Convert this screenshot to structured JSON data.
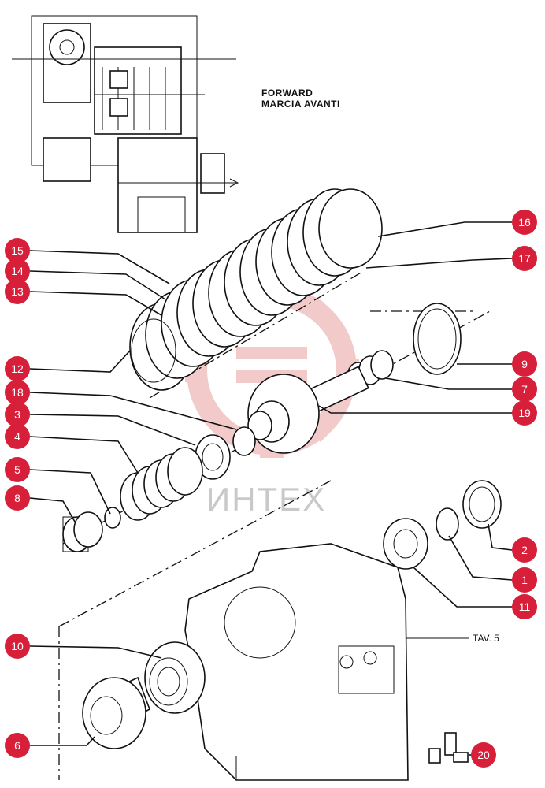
{
  "header": {
    "line1": "FORWARD",
    "line2": "MARCIA AVANTI"
  },
  "plate_label": "TAV. 5",
  "watermark": {
    "text": "ИНТЕХ"
  },
  "callouts": [
    {
      "num": "16"
    },
    {
      "num": "17"
    },
    {
      "num": "15"
    },
    {
      "num": "14"
    },
    {
      "num": "13"
    },
    {
      "num": "12"
    },
    {
      "num": "18"
    },
    {
      "num": "3"
    },
    {
      "num": "4"
    },
    {
      "num": "5"
    },
    {
      "num": "8"
    },
    {
      "num": "9"
    },
    {
      "num": "7"
    },
    {
      "num": "19"
    },
    {
      "num": "2"
    },
    {
      "num": "1"
    },
    {
      "num": "11"
    },
    {
      "num": "10"
    },
    {
      "num": "6"
    },
    {
      "num": "20"
    }
  ],
  "colors": {
    "callout": "#d71f3a",
    "watermark": "#e8a0a0",
    "line": "#111111"
  }
}
